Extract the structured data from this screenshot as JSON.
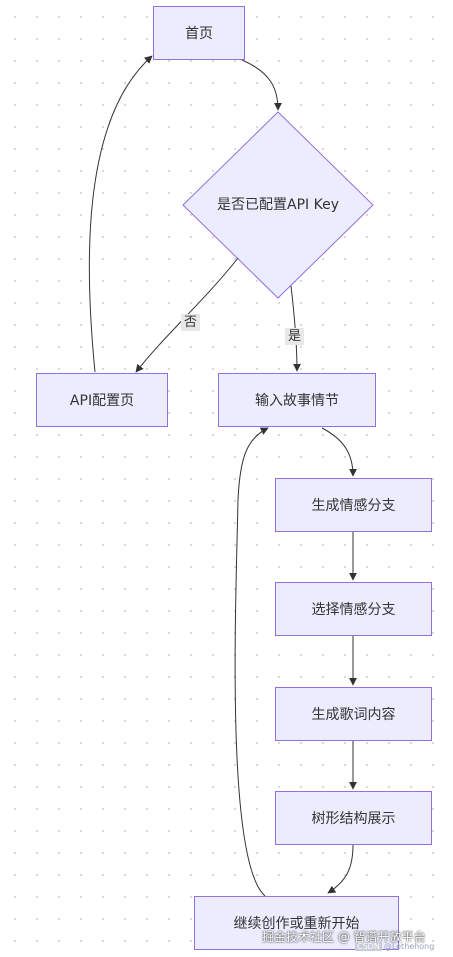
{
  "nodes": {
    "home": "首页",
    "decision": "是否已配置API Key",
    "api_config": "API配置页",
    "input_story": "输入故事情节",
    "gen_branch": "生成情感分支",
    "choose_branch": "选择情感分支",
    "gen_lyrics": "生成歌词内容",
    "tree_display": "树形结构展示",
    "continue": "继续创作或重新开始"
  },
  "edge_labels": {
    "no": "否",
    "yes": "是"
  },
  "watermark": {
    "text": "掘金技术社区 @ 智谱开放平台",
    "csdn": "CSDN",
    "user": "@Lethehong"
  },
  "colors": {
    "node_fill": "#ececff",
    "node_border": "#9370db",
    "edge": "#333333",
    "label_bg": "#e8e8e8"
  }
}
